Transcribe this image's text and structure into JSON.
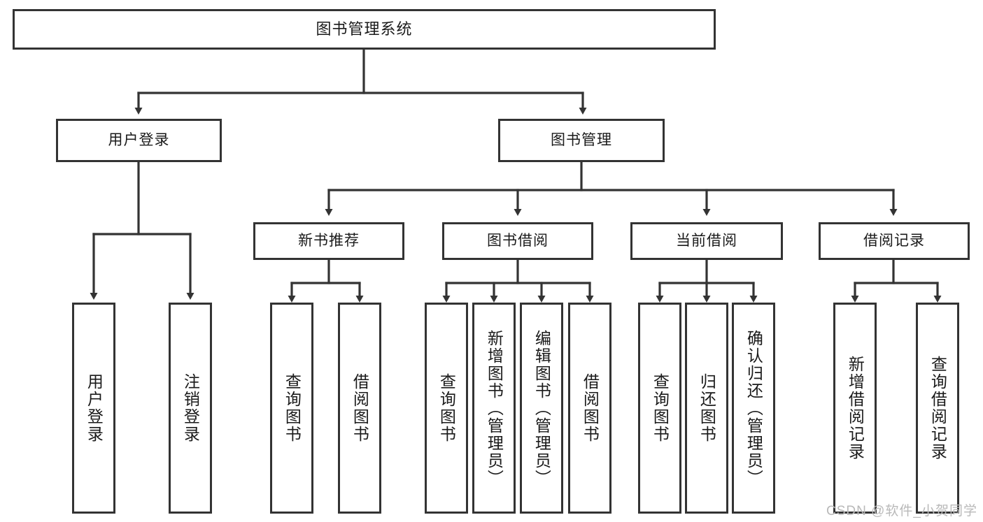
{
  "diagram": {
    "title": "图书管理系统",
    "root": {
      "label": "图书管理系统"
    },
    "level2": [
      {
        "label": "用户登录"
      },
      {
        "label": "图书管理"
      }
    ],
    "level3": [
      {
        "label": "新书推荐"
      },
      {
        "label": "图书借阅"
      },
      {
        "label": "当前借阅"
      },
      {
        "label": "借阅记录"
      }
    ],
    "leaves": {
      "user_login": [
        {
          "label": "用户登录"
        },
        {
          "label": "注销登录"
        }
      ],
      "new_book_recommend": [
        {
          "label": "查询图书"
        },
        {
          "label": "借阅图书"
        }
      ],
      "book_borrow": [
        {
          "label": "查询图书"
        },
        {
          "label": "新增图书（管理员）"
        },
        {
          "label": "编辑图书（管理员）"
        },
        {
          "label": "借阅图书"
        }
      ],
      "current_borrow": [
        {
          "label": "查询图书"
        },
        {
          "label": "归还图书"
        },
        {
          "label": "确认归还（管理员）"
        }
      ],
      "borrow_record": [
        {
          "label": "新增借阅记录"
        },
        {
          "label": "查询借阅记录"
        }
      ]
    }
  },
  "watermark": {
    "text": "CSDN @软件_小贺同学"
  },
  "colors": {
    "box_border": "#333333",
    "box_fill": "#ffffff",
    "line": "#333333",
    "text": "#1a1a1a",
    "watermark": "#b9b9b9"
  }
}
